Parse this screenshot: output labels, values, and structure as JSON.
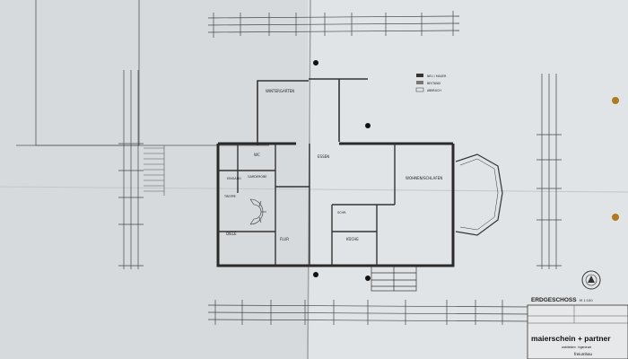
{
  "plan": {
    "floor_title": "ERDGESCHOSS",
    "scale": "M 1:100"
  },
  "rooms": {
    "wintergarten": "WINTERGARTEN",
    "wohnen_schlafen": "WOHNEN/SCHLAFEN",
    "kueche": "KÜCHE",
    "essen": "ESSEN",
    "wc": "WC",
    "diele": "DIELE",
    "flur": "FLUR",
    "garderobe": "GARDEROBE",
    "eingang": "EINGANG",
    "treppe": "TREPPE",
    "schrank": "SCHR."
  },
  "titleblock": {
    "firm_name": "maierschein + partner",
    "firm_subtitle": "architekten · ingenieure",
    "project_line": "freiumbau"
  },
  "legend": {
    "row1": "NEU / MAUER",
    "row2": "BESTAND",
    "row3": "ABBRUCH"
  },
  "colors": {
    "paper": "#dfe2e4",
    "paper_left": "#d7dadd",
    "wall": "#2a2a2a",
    "line": "#444444",
    "ink_light": "#777777",
    "hole": "#b07a22"
  }
}
